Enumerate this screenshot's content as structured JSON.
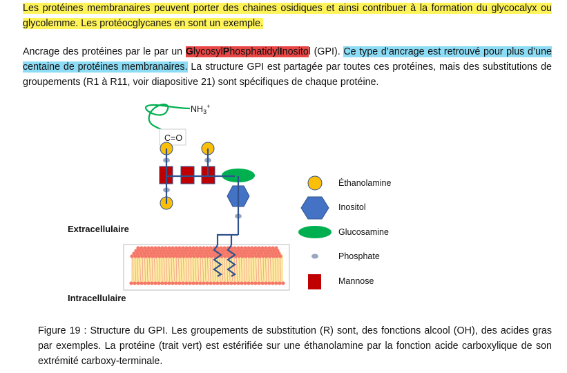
{
  "para1": {
    "text": "Les protéines membranaires peuvent porter des chaines osidiques et ainsi contribuer à la formation du glycocalyx ou glycolemme. Les protéocglycanes en sont un exemple."
  },
  "para2": {
    "pre": "Ancrage des protéines par le par un ",
    "g": "G",
    "lycosyl": "lycosyl",
    "p": "P",
    "hosphatidyl": "hosphatidyl",
    "i": "I",
    "nosito": "nosito",
    "post": "l (GPI). ",
    "blue": "Ce type d’ancrage est retrouvé pour plus d’une centaine de protéines membranaires.",
    "rest": " La structure GPI est partagée par toutes ces protéines, mais des substitutions de groupements (R1 à R11, voir diapositive 21) sont spécifiques de chaque protéine."
  },
  "figure": {
    "nh3": "NH",
    "nh3_sub": "3",
    "nh3_sup": "+",
    "co": "C=O",
    "extracellular": "Extracellulaire",
    "intracellular": "Intracellulaire",
    "legend": [
      {
        "label": "Éthanolamine",
        "color": "#fbbf0a"
      },
      {
        "label": "Inositol",
        "color": "#4472c4"
      },
      {
        "label": "Glucosamine",
        "color": "#00b050"
      },
      {
        "label": "Phosphate",
        "color": "#9aa8bf"
      },
      {
        "label": "Mannose",
        "color": "#c00000"
      }
    ]
  },
  "caption": "Figure 19 : Structure du GPI. Les groupements de substitution (R) sont, des fonctions alcool (OH), des acides gras par exemples. La protéine (trait vert) est estérifiée sur une éthanolamine par la fonction acide carboxylique de son extrémité carboxy-terminale."
}
